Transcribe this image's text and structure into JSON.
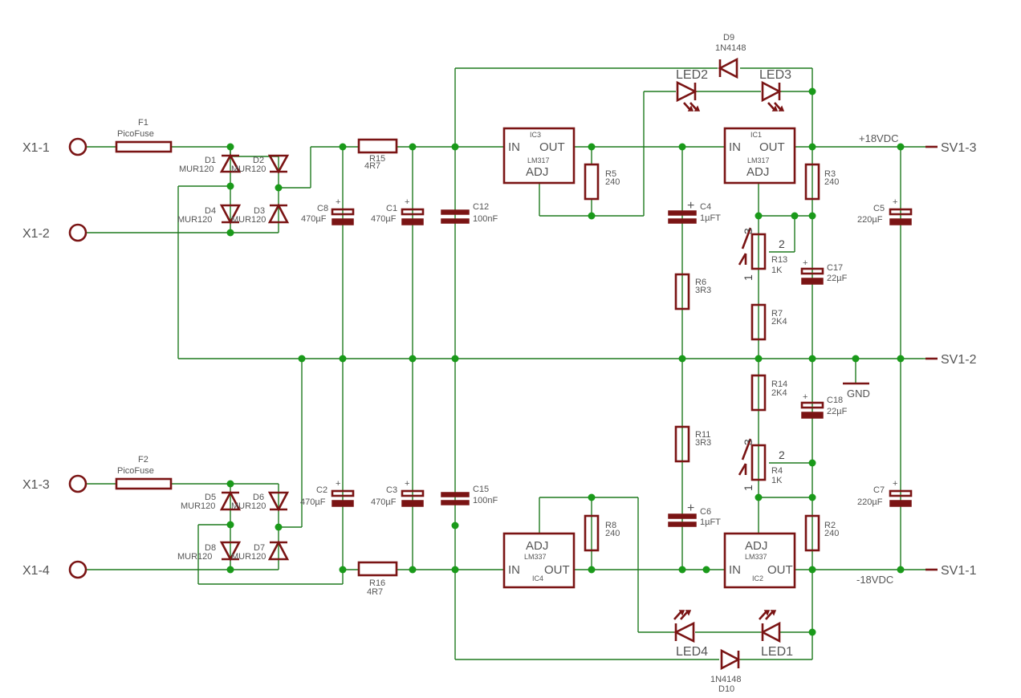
{
  "connectors": {
    "x1_1": "X1-1",
    "x1_2": "X1-2",
    "x1_3": "X1-3",
    "x1_4": "X1-4",
    "sv1_3": "SV1-3",
    "sv1_2": "SV1-2",
    "sv1_1": "SV1-1"
  },
  "fuses": {
    "f1": {
      "name": "F1",
      "value": "PicoFuse"
    },
    "f2": {
      "name": "F2",
      "value": "PicoFuse"
    }
  },
  "diodes": {
    "d1": "D1",
    "d2": "D2",
    "d3": "D3",
    "d4": "D4",
    "d5": "D5",
    "d6": "D6",
    "d7": "D7",
    "d8": "D8",
    "rect_value": "MUR120",
    "d9": "D9",
    "d10": "D10",
    "sig_value": "1N4148"
  },
  "leds": {
    "led1": "LED1",
    "led2": "LED2",
    "led3": "LED3",
    "led4": "LED4"
  },
  "resistors": {
    "r15": {
      "name": "R15",
      "value": "4R7"
    },
    "r16": {
      "name": "R16",
      "value": "4R7"
    },
    "r5": {
      "name": "R5",
      "value": "240"
    },
    "r8": {
      "name": "R8",
      "value": "240"
    },
    "r3": {
      "name": "R3",
      "value": "240"
    },
    "r2": {
      "name": "R2",
      "value": "240"
    },
    "r6": {
      "name": "R6",
      "value": "3R3"
    },
    "r11": {
      "name": "R11",
      "value": "3R3"
    },
    "r7": {
      "name": "R7",
      "value": "2K4"
    },
    "r14": {
      "name": "R14",
      "value": "2K4"
    },
    "r13": {
      "name": "R13",
      "value": "1K"
    },
    "r4": {
      "name": "R4",
      "value": "1K"
    }
  },
  "capacitors": {
    "c8": {
      "name": "C8",
      "value": "470µF"
    },
    "c1": {
      "name": "C1",
      "value": "470µF"
    },
    "c2": {
      "name": "C2",
      "value": "470µF"
    },
    "c3": {
      "name": "C3",
      "value": "470µF"
    },
    "c12": {
      "name": "C12",
      "value": "100nF"
    },
    "c15": {
      "name": "C15",
      "value": "100nF"
    },
    "c4": {
      "name": "C4",
      "value": "1µFT"
    },
    "c6": {
      "name": "C6",
      "value": "1µFT"
    },
    "c17": {
      "name": "C17",
      "value": "22µF"
    },
    "c18": {
      "name": "C18",
      "value": "22µF"
    },
    "c5": {
      "name": "C5",
      "value": "220µF"
    },
    "c7": {
      "name": "C7",
      "value": "220µF"
    }
  },
  "ics": {
    "ic3": {
      "name": "IC3",
      "value": "LM317"
    },
    "ic1": {
      "name": "IC1",
      "value": "LM317"
    },
    "ic4": {
      "name": "IC4",
      "value": "LM337"
    },
    "ic2": {
      "name": "IC2",
      "value": "LM337"
    },
    "pin_in": "IN",
    "pin_out": "OUT",
    "pin_adj": "ADJ"
  },
  "pot_pins": {
    "p1": "1",
    "p2": "2",
    "p3": "3"
  },
  "labels": {
    "pos_out": "+18VDC",
    "neg_out": "-18VDC",
    "gnd": "GND"
  }
}
